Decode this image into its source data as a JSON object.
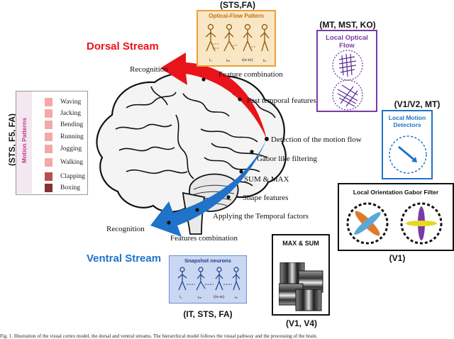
{
  "streams": {
    "dorsal": {
      "title": "Dorsal Stream",
      "color": "#e8141a"
    },
    "ventral": {
      "title": "Ventral Stream",
      "color": "#1f73c8"
    }
  },
  "dorsal_labels": {
    "recognition": "Recognition",
    "feature_combination": "Feature combination",
    "fast_temporal": "Fast temporal features",
    "detection": "Detection of the motion flow"
  },
  "ventral_labels": {
    "gabor": "Gabor like filtering",
    "sum_max": "SUM & MAX",
    "shape": "Shape features",
    "temporal_factors": "Applying the Temporal factors",
    "features_combination": "Features combination",
    "recognition": "Recognition"
  },
  "boxes": {
    "optical_flow": {
      "region": "(STS,FA)",
      "title": "Optical-Flow Pattern",
      "frames": [
        "t₀",
        "tₘ",
        "t(n-m)",
        "tₙ"
      ],
      "border": "#e8a23a",
      "fill": "#f9e6c4"
    },
    "local_optical": {
      "region": "(MT, MST, KO)",
      "title": "Local Optical Flow",
      "border": "#7a3aa8"
    },
    "local_motion": {
      "region": "(V1/V2, MT)",
      "title": "Local Motion Detectors",
      "border": "#1f73c8"
    },
    "gabor": {
      "title": "Local Orientation Gabor Filter",
      "region": "(V1)"
    },
    "max_sum": {
      "title": "MAX & SUM",
      "region": "(V1, V4)"
    },
    "snapshot": {
      "title": "Snapshot neurons",
      "region": "(IT, STS, FA)",
      "frames": [
        "t₀",
        "tₘ",
        "t(n-m)",
        "tₙ"
      ],
      "border": "#6b8fd0",
      "fill": "#c9d7f2"
    },
    "motion_patterns": {
      "region": "(STS, F5, FA)",
      "title": "Motion Patterns",
      "items": [
        {
          "label": "Waving",
          "color": "#f4a8a8"
        },
        {
          "label": "Jacking",
          "color": "#f4a8a8"
        },
        {
          "label": "Bending",
          "color": "#f4a8a8"
        },
        {
          "label": "Running",
          "color": "#f4a8a8"
        },
        {
          "label": "Jogging",
          "color": "#f4a8a8"
        },
        {
          "label": "Walking",
          "color": "#f4a8a8"
        },
        {
          "label": "Clapping",
          "color": "#b55050"
        },
        {
          "label": "Boxing",
          "color": "#8a3030"
        }
      ]
    }
  },
  "caption": "Fig. 1. Illustration of the visual cortex model, the dorsal and ventral streams. The hierarchical model follows the visual pathway and the processing of the brain."
}
